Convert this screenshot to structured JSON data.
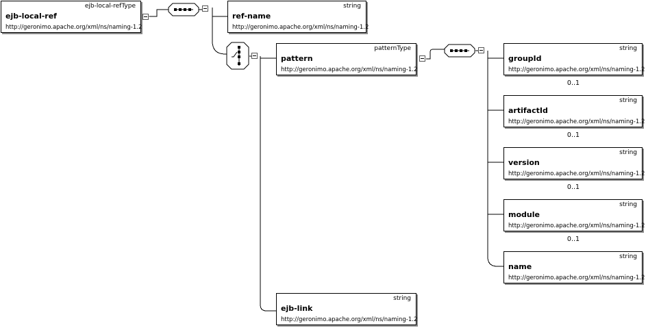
{
  "root": {
    "name": "ejb-local-ref",
    "type": "ejb-local-refType",
    "ns": "http://geronimo.apache.org/xml/ns/naming-1.2"
  },
  "ref_name": {
    "name": "ref-name",
    "type": "string",
    "ns": "http://geronimo.apache.org/xml/ns/naming-1.2"
  },
  "pattern": {
    "name": "pattern",
    "type": "patternType",
    "ns": "http://geronimo.apache.org/xml/ns/naming-1.2"
  },
  "ejb_link": {
    "name": "ejb-link",
    "type": "string",
    "ns": "http://geronimo.apache.org/xml/ns/naming-1.2"
  },
  "pattern_children": [
    {
      "name": "groupId",
      "type": "string",
      "ns": "http://geronimo.apache.org/xml/ns/naming-1.2",
      "occurs": "0..1"
    },
    {
      "name": "artifactId",
      "type": "string",
      "ns": "http://geronimo.apache.org/xml/ns/naming-1.2",
      "occurs": "0..1"
    },
    {
      "name": "version",
      "type": "string",
      "ns": "http://geronimo.apache.org/xml/ns/naming-1.2",
      "occurs": "0..1"
    },
    {
      "name": "module",
      "type": "string",
      "ns": "http://geronimo.apache.org/xml/ns/naming-1.2",
      "occurs": "0..1"
    },
    {
      "name": "name",
      "type": "string",
      "ns": "http://geronimo.apache.org/xml/ns/naming-1.2",
      "occurs": ""
    }
  ],
  "icons": {
    "sequence": "sequence-compositor-icon",
    "choice": "choice-compositor-icon",
    "collapse": "collapse-toggle-icon"
  }
}
